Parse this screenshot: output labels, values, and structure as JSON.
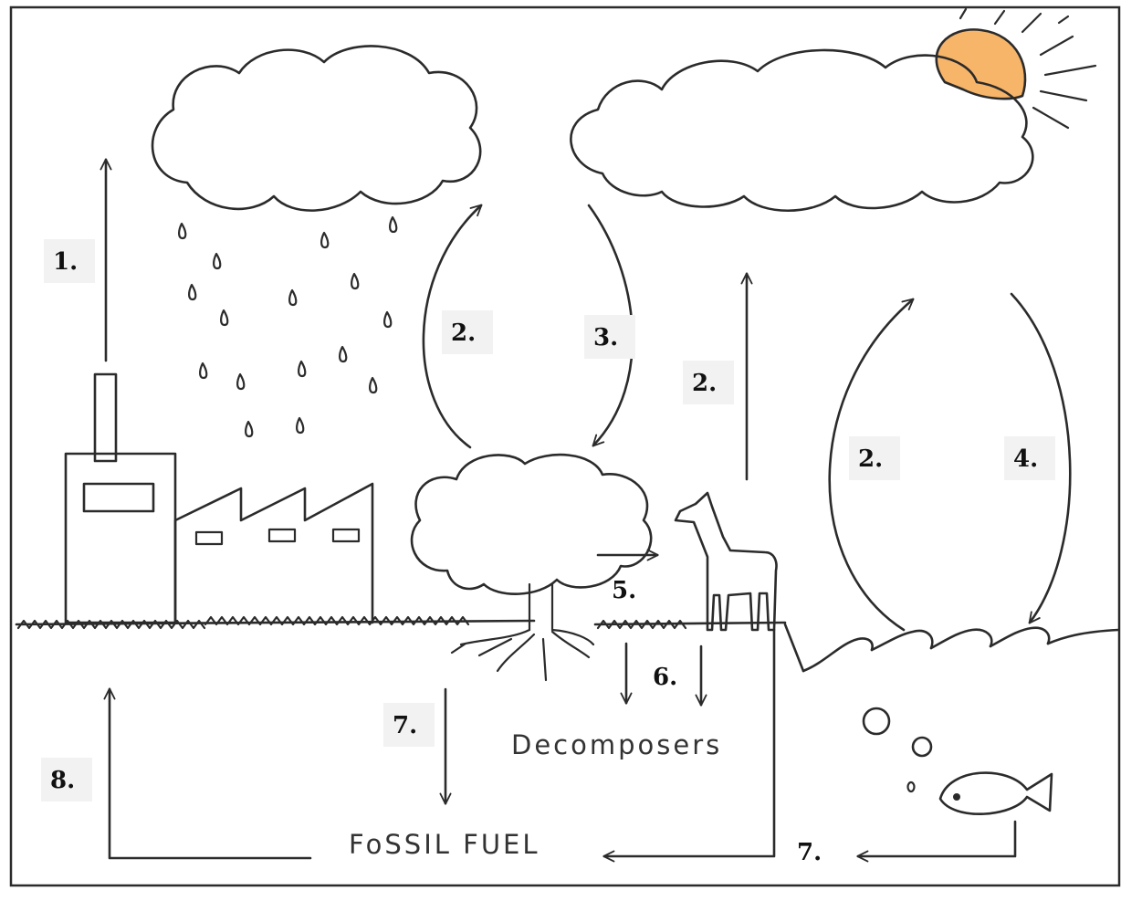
{
  "labels": {
    "l1": "1.",
    "l2a": "2.",
    "l3": "3.",
    "l2b": "2.",
    "l2c": "2.",
    "l4": "4.",
    "l5": "5.",
    "l6": "6.",
    "l7a": "7.",
    "l7b": "7.",
    "l8": "8."
  },
  "text": {
    "decomposers": "Decomposers",
    "fossil_fuel": "FoSSIL FUEL"
  },
  "colors": {
    "sun": "#f7b56a",
    "ink": "#2b2b2b"
  },
  "icons": [
    "rain-cloud-icon",
    "cloud-icon",
    "sun-icon",
    "factory-icon",
    "tree-icon",
    "llama-icon",
    "fish-icon",
    "bubbles-icon",
    "waves-icon"
  ]
}
